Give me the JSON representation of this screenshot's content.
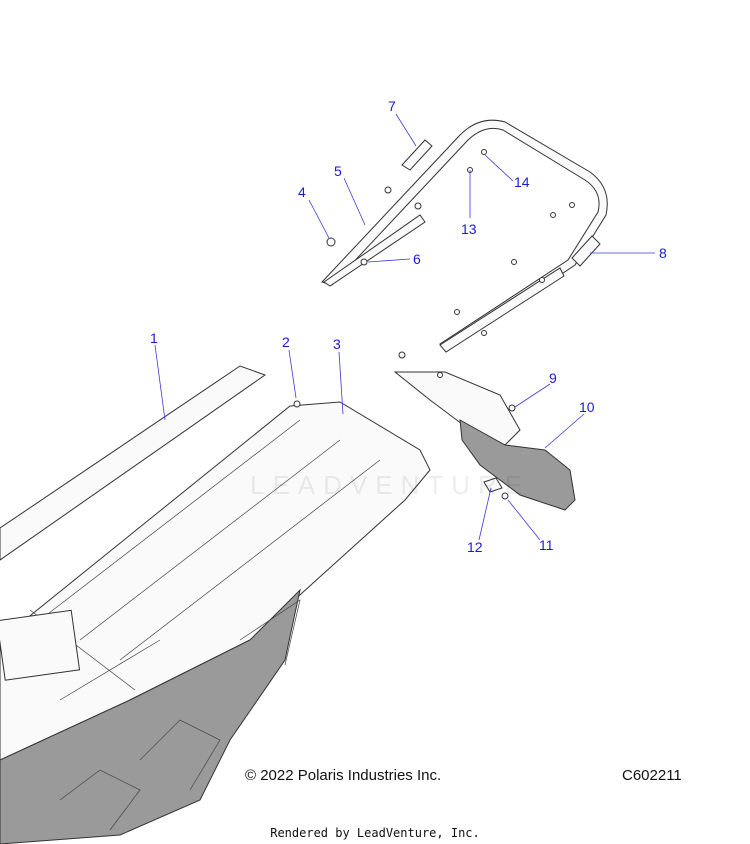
{
  "callouts": [
    {
      "id": "1",
      "label": "1"
    },
    {
      "id": "2",
      "label": "2"
    },
    {
      "id": "3",
      "label": "3"
    },
    {
      "id": "4",
      "label": "4"
    },
    {
      "id": "5",
      "label": "5"
    },
    {
      "id": "6",
      "label": "6"
    },
    {
      "id": "7",
      "label": "7"
    },
    {
      "id": "8",
      "label": "8"
    },
    {
      "id": "9",
      "label": "9"
    },
    {
      "id": "10",
      "label": "10"
    },
    {
      "id": "11",
      "label": "11"
    },
    {
      "id": "12",
      "label": "12"
    },
    {
      "id": "13",
      "label": "13"
    },
    {
      "id": "14",
      "label": "14"
    }
  ],
  "footer": {
    "copyright": "© 2022 Polaris Industries Inc.",
    "diagram_code": "C602211",
    "rendered_by": "Rendered by LeadVenture, Inc."
  },
  "watermark": "LEADVENTURE"
}
